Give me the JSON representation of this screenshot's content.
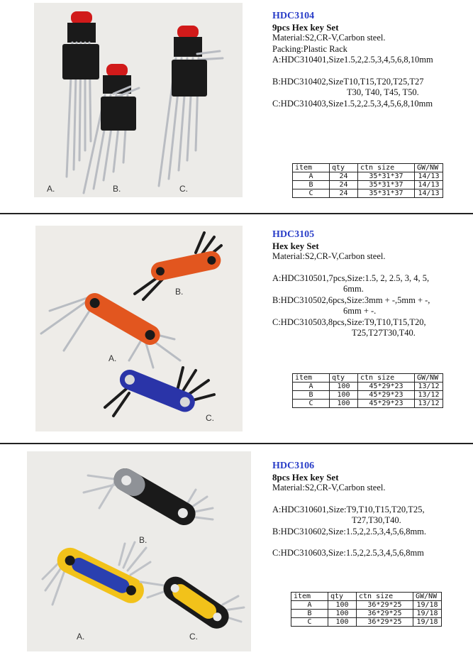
{
  "products": [
    {
      "code": "HDC3104",
      "name": "9pcs Hex key Set",
      "lines": [
        "Material:S2,CR-V,Carbon steel.",
        "Packing:Plastic Rack",
        "A:HDC310401,Size1.5,2,2.5,3,4,5,6,8,10mm",
        "",
        "B:HDC310402,SizeT10,T15,T20,T25,T27",
        "T30, T40, T45, T50.",
        "C:HDC310403,Size1.5,2,2.5,3,4,5,6,8,10mm"
      ],
      "photo_labels": [
        "A.",
        "B.",
        "C."
      ],
      "table": {
        "headers": [
          "item",
          "qty",
          "ctn size",
          "GW/NW"
        ],
        "rows": [
          [
            "A",
            "24",
            "35*31*37",
            "14/13"
          ],
          [
            "B",
            "24",
            "35*31*37",
            "14/13"
          ],
          [
            "C",
            "24",
            "35*31*37",
            "14/13"
          ]
        ]
      }
    },
    {
      "code": "HDC3105",
      "name": "Hex key Set",
      "lines": [
        "Material:S2,CR-V,Carbon steel.",
        "",
        "A:HDC310501,7pcs,Size:1.5, 2, 2.5, 3, 4, 5,",
        "6mm.",
        "B:HDC310502,6pcs,Size:3mm + -,5mm + -,",
        "6mm + -.",
        "C:HDC310503,8pcs,Size:T9,T10,T15,T20,",
        "T25,T27T30,T40."
      ],
      "photo_labels": [
        "B.",
        "A.",
        "C."
      ],
      "table": {
        "headers": [
          "item",
          "qty",
          "ctn size",
          "GW/NW"
        ],
        "rows": [
          [
            "A",
            "100",
            "45*29*23",
            "13/12"
          ],
          [
            "B",
            "100",
            "45*29*23",
            "13/12"
          ],
          [
            "C",
            "100",
            "45*29*23",
            "13/12"
          ]
        ]
      }
    },
    {
      "code": "HDC3106",
      "name": "8pcs Hex key Set",
      "lines": [
        "Material:S2,CR-V,Carbon steel.",
        "",
        "A:HDC310601,Size:T9,T10,T15,T20,T25,",
        "T27,T30,T40.",
        "B:HDC310602,Size:1.5,2,2.5,3,4,5,6,8mm.",
        "",
        "C:HDC310603,Size:1.5,2,2.5,3,4,5,6,8mm"
      ],
      "photo_labels": [
        "B.",
        "A.",
        "C."
      ],
      "table": {
        "headers": [
          "item",
          "qty",
          "ctn size",
          "GW/NW"
        ],
        "rows": [
          [
            "A",
            "100",
            "36*29*25",
            "19/18"
          ],
          [
            "B",
            "100",
            "36*29*25",
            "19/18"
          ],
          [
            "C",
            "100",
            "36*29*25",
            "19/18"
          ]
        ]
      }
    }
  ],
  "colors": {
    "code_blue": "#2a3ec8",
    "rack_black": "#1a1a1a",
    "handle_red": "#d11a1a",
    "folder_orange": "#e2561f",
    "folder_blue": "#2a34a8",
    "handle_yellow": "#f2c21a"
  }
}
